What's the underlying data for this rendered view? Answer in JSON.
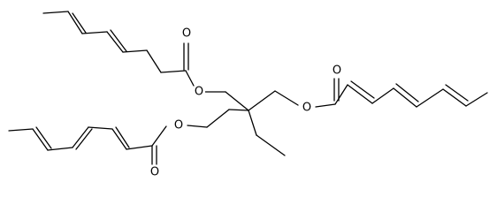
{
  "diagram": {
    "type": "skeletal-structure",
    "colors": {
      "bond": "#000000",
      "background": "#ffffff"
    },
    "atoms": [
      {
        "id": "O1",
        "text": "O"
      },
      {
        "id": "O2",
        "text": "O"
      },
      {
        "id": "O3",
        "text": "O"
      },
      {
        "id": "O4",
        "text": "O"
      },
      {
        "id": "O5",
        "text": "O"
      },
      {
        "id": "O6",
        "text": "O"
      }
    ]
  }
}
